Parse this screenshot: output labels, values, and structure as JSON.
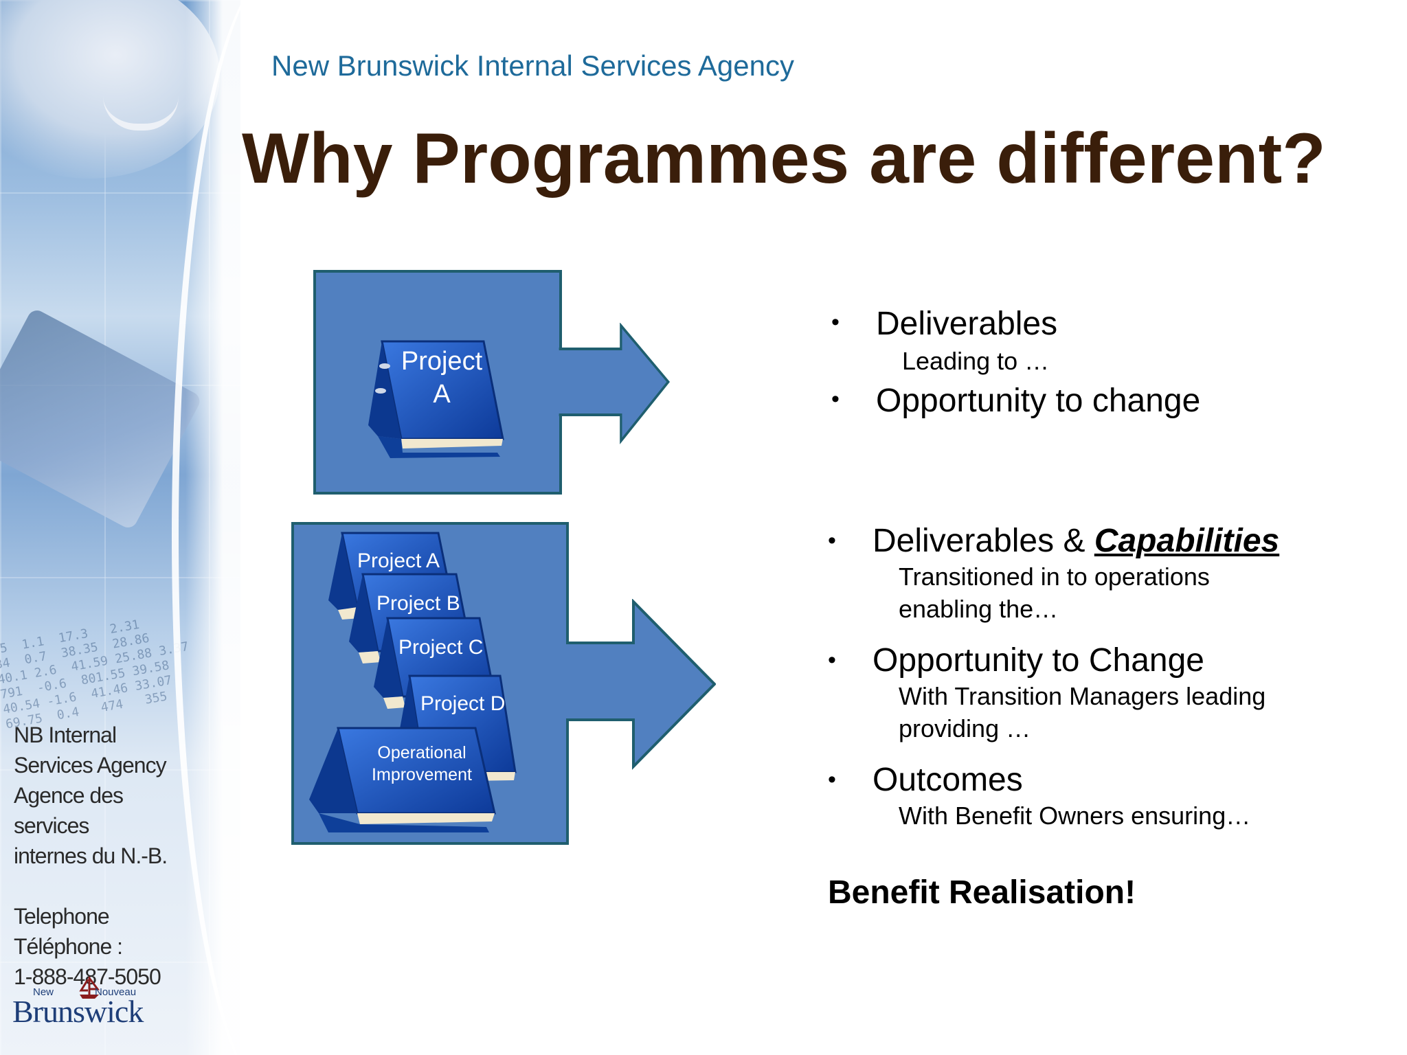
{
  "header": {
    "agency": "New Brunswick Internal Services Agency",
    "title": "Why Programmes are different?"
  },
  "sidebar": {
    "lines": [
      "NB Internal",
      "Services Agency",
      "Agence des services",
      "internes du N.-B."
    ],
    "phone_lines": [
      "Telephone",
      "Téléphone :",
      "1-888-487-5050"
    ],
    "logo": {
      "small_left": "New",
      "small_right": "Nouveau",
      "big": "Brunswick"
    }
  },
  "diagram": {
    "single": {
      "binder_label_1": "Project",
      "binder_label_2": "A"
    },
    "stack": {
      "binders": [
        "Project A",
        "Project B",
        "Project C",
        "Project D"
      ],
      "operational_1": "Operational",
      "operational_2": "Improvement"
    }
  },
  "top_list": {
    "item1": "Deliverables",
    "item1_sub": "Leading to …",
    "item2": "Opportunity to change"
  },
  "bottom_list": {
    "item1_prefix": "Deliverables & ",
    "item1_emphasis": "Capabilities",
    "item1_sub1": "Transitioned in to operations",
    "item1_sub2": "enabling the…",
    "item2": "Opportunity to Change",
    "item2_sub1": "With Transition Managers leading",
    "item2_sub2": "providing …",
    "item3": "Outcomes",
    "item3_sub1": "With Benefit Owners ensuring…"
  },
  "conclusion": "Benefit Realisation!",
  "bullet_glyph": "•",
  "colors": {
    "box": "#5180c0",
    "box_border": "#1f5e6e",
    "title": "#3a1e0a",
    "agency": "#1e6a9a"
  }
}
